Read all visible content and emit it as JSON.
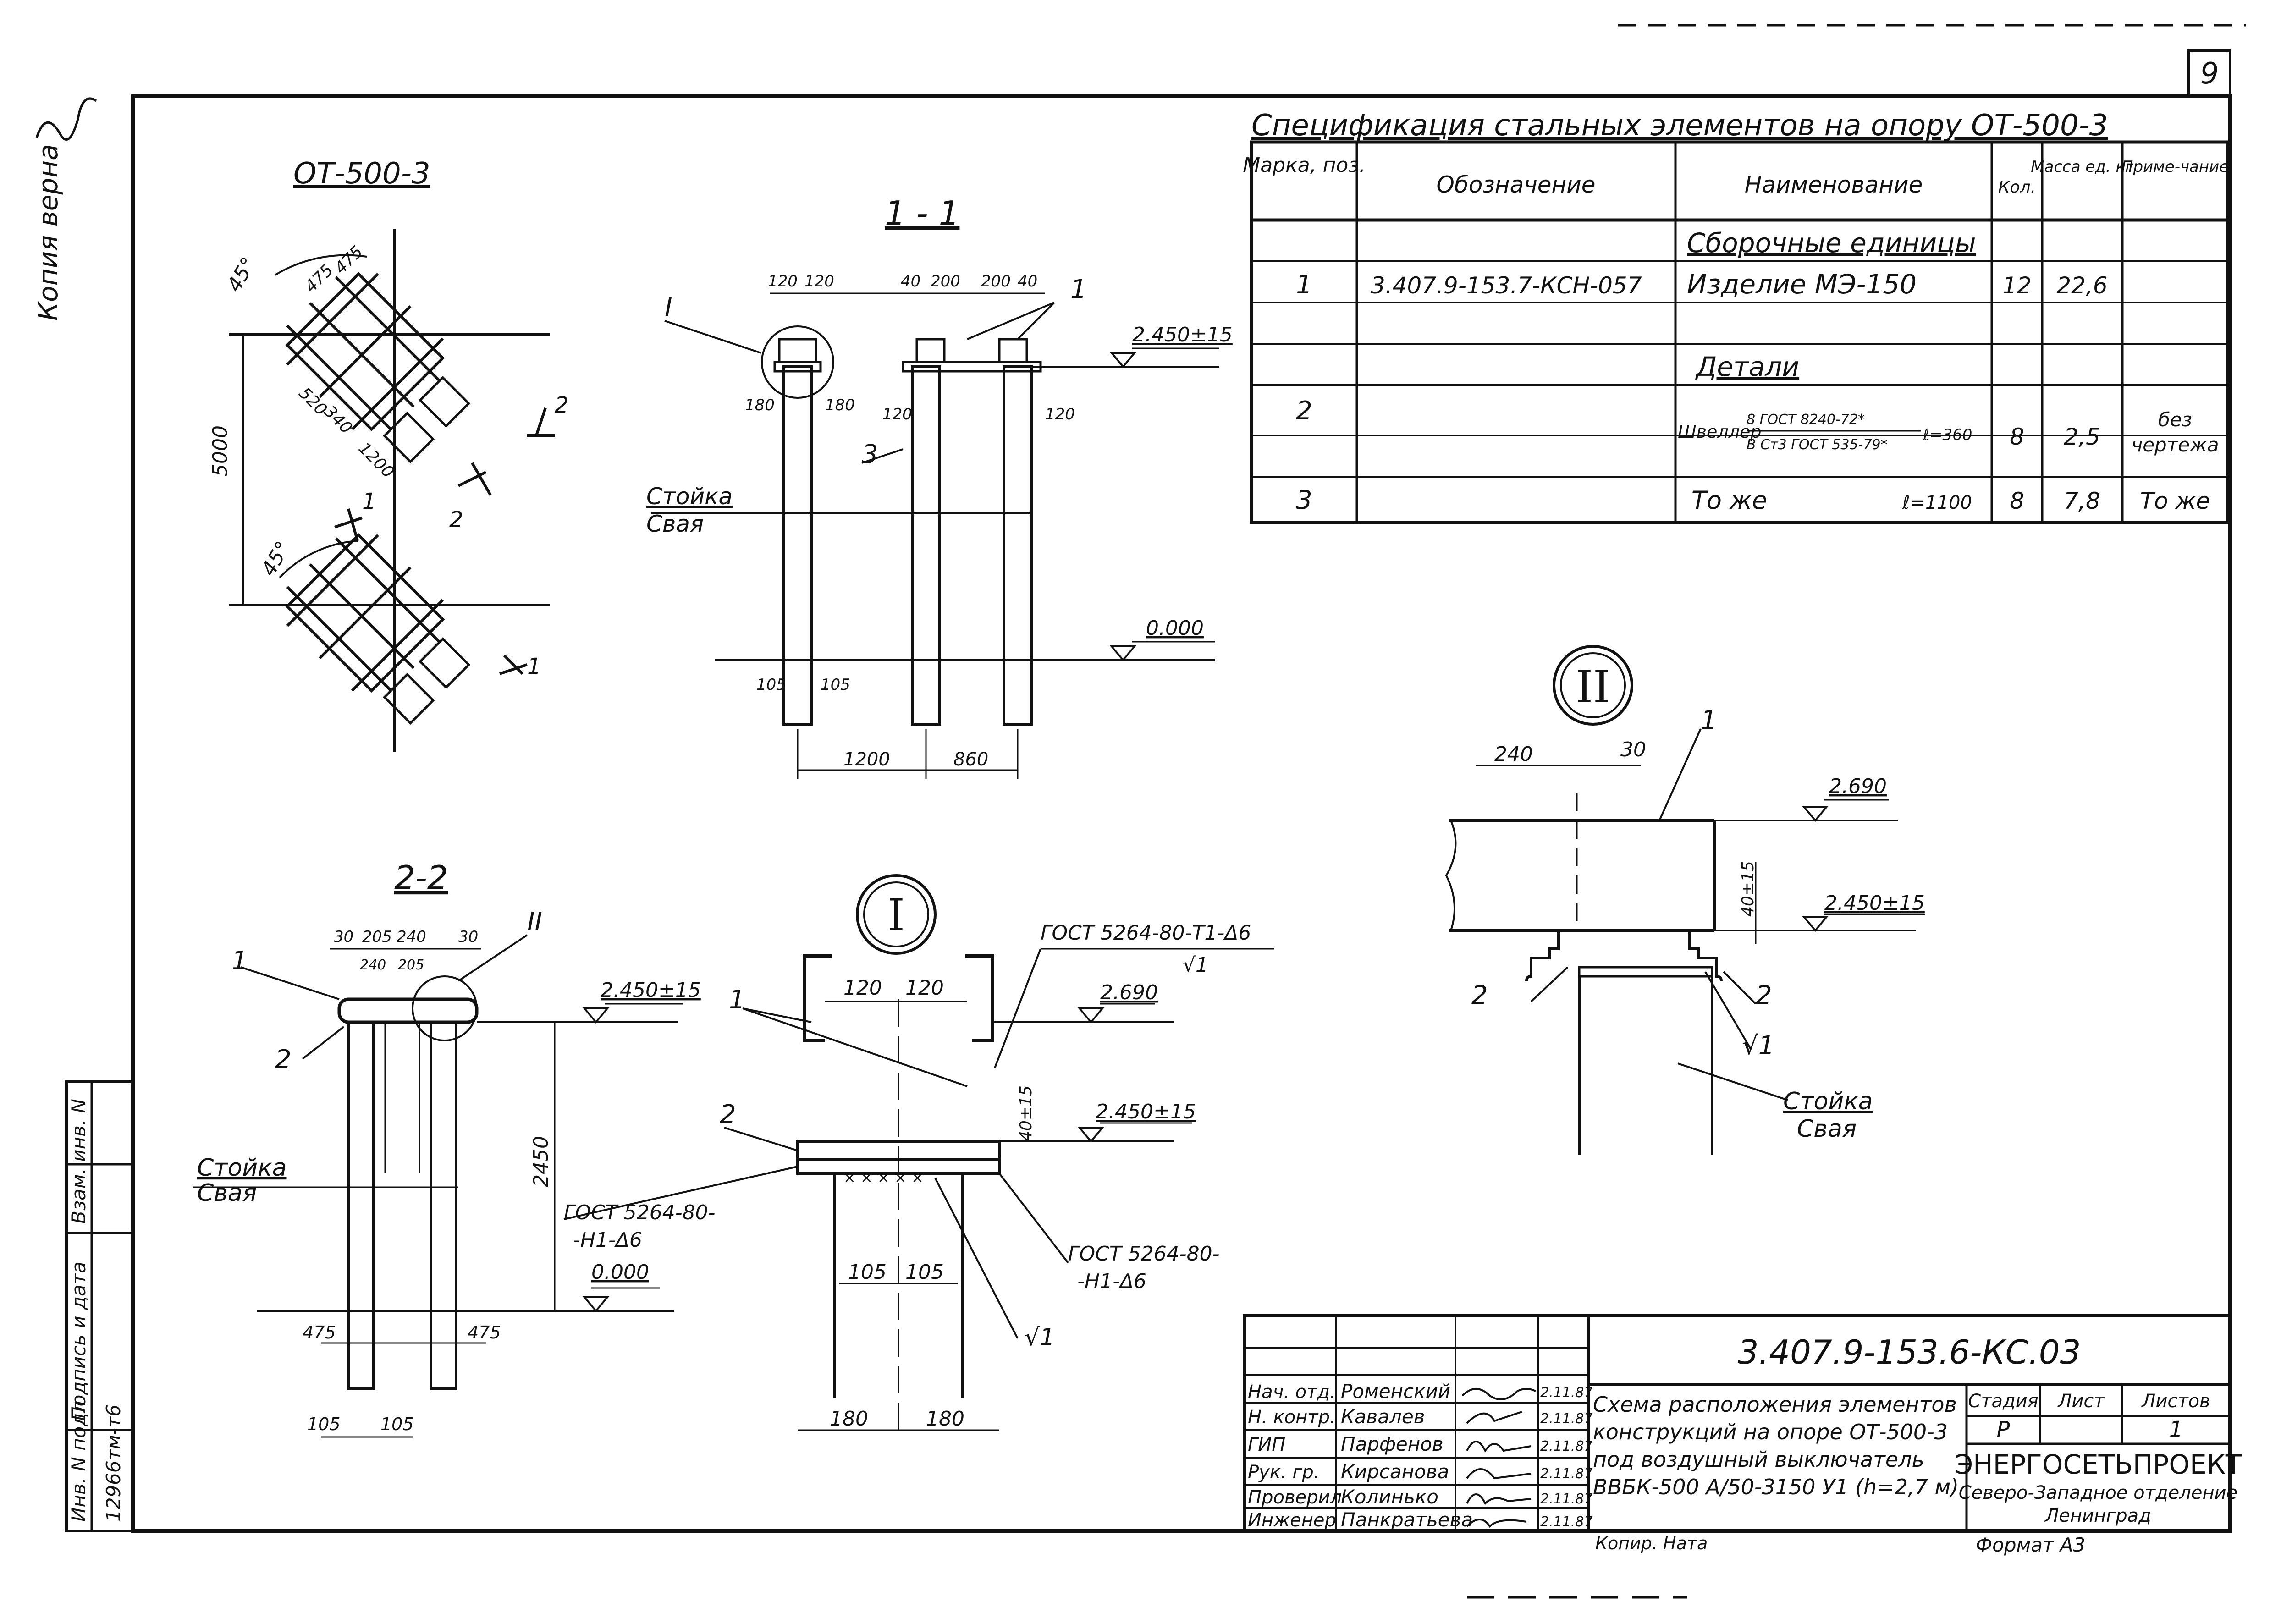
{
  "sheet_number": "9",
  "side_copy_note": "Копия верна",
  "plan": {
    "title": "ОТ-500-3",
    "dims": [
      "45°",
      "45°",
      "475",
      "475",
      "520",
      "340",
      "1200",
      "5000"
    ],
    "section_marks": [
      "1",
      "1",
      "2",
      "2"
    ]
  },
  "section_1_1": {
    "title": "1 - 1",
    "top_dims": [
      "120",
      "120",
      "40",
      "200",
      "200",
      "40"
    ],
    "callouts": [
      "I",
      "1",
      "3"
    ],
    "side_dims": [
      "180",
      "180",
      "120",
      "120",
      "105",
      "105"
    ],
    "bottom_dims": [
      "1200",
      "860"
    ],
    "level_top": "2.450±15",
    "level_ground": "0.000",
    "label_column_1": "Стойка",
    "label_column_2": "Свая"
  },
  "section_2_2": {
    "title": "2-2",
    "top_dims": [
      "30",
      "205",
      "240",
      "30",
      "240",
      "205"
    ],
    "callouts": [
      "1",
      "2",
      "II"
    ],
    "level_top": "2.450±15",
    "level_ground": "0.000",
    "height": "2450",
    "label_column_1": "Стойка",
    "label_column_2": "Свая",
    "bottom_dims": [
      "475",
      "475",
      "105",
      "105"
    ]
  },
  "detail_I": {
    "title": "I",
    "weld_top_1": "ГОСТ 5264-80-Т1-Δ6",
    "weld_top_2": "√1",
    "dims_top": [
      "120",
      "120"
    ],
    "level_top": "2.690",
    "level_mid": "2.450±15",
    "gap": "40±15",
    "callouts": [
      "1",
      "2"
    ],
    "weld_left_1": "ГОСТ 5264-80-",
    "weld_left_2": "-Н1-Δ6",
    "weld_right_1": "ГОСТ 5264-80-",
    "weld_right_2": "-Н1-Δ6",
    "note_n1": "√1",
    "dims_mid": [
      "105",
      "105"
    ],
    "dims_bottom": [
      "180",
      "180"
    ]
  },
  "detail_II": {
    "title": "II",
    "dims": [
      "240",
      "30"
    ],
    "callouts": [
      "1",
      "2",
      "2"
    ],
    "level_top": "2.690",
    "level_mid": "2.450±15",
    "gap": "40±15",
    "note_n1": "√1",
    "label_column_1": "Стойка",
    "label_column_2": "Свая"
  },
  "spec": {
    "title": "Спецификация   стальных   элементов  на  опору  ОТ-500-3",
    "headers": [
      "Марка, поз.",
      "Обозначение",
      "Наименование",
      "Кол.",
      "Масса ед. кг",
      "Приме-чание"
    ],
    "section_assembly": "Сборочные   единицы",
    "section_details": "Детали",
    "rows": [
      {
        "pos": "1",
        "code": "3.407.9-153.7-КСН-057",
        "name": "Изделие   МЭ-150",
        "qty": "12",
        "mass": "22,6",
        "note": ""
      },
      {
        "pos": "2",
        "code": "",
        "name": "Швеллер",
        "name_top": "8 ГОСТ 8240-72*",
        "name_bottom": "В Ст3 ГОСТ 535-79*",
        "name_len": "ℓ=360",
        "qty": "8",
        "mass": "2,5",
        "note": "без",
        "note2": "чертежа"
      },
      {
        "pos": "3",
        "code": "",
        "name": "То  же",
        "name_len": "ℓ=1100",
        "qty": "8",
        "mass": "7,8",
        "note": "То  же"
      }
    ]
  },
  "left_stamp": {
    "labels": [
      "Инв. N подл.",
      "Подпись и дата",
      "Взам. инв. N"
    ],
    "inv_value": "12966тм-т6"
  },
  "title_block": {
    "doc_code": "3.407.9-153.6-КС.03",
    "roles": [
      "Нач. отд.",
      "Н. контр.",
      "ГИП",
      "Рук. гр.",
      "Проверил",
      "Инженер"
    ],
    "names": [
      "Роменский",
      "Кавалев",
      "Парфенов",
      "Кирсанова",
      "Колинько",
      "Панкратьева"
    ],
    "dates": [
      "2.11.87",
      "2.11.87",
      "2.11.87",
      "2.11.87",
      "2.11.87",
      "2.11.87"
    ],
    "description": [
      "Схема расположения элементов",
      "конструкций  на опоре ОТ-500-3",
      "под  воздушный  выключатель",
      "ВВБК-500 А/50-3150 У1 (h=2,7 м)"
    ],
    "stage_label": "Стадия",
    "sheet_label": "Лист",
    "sheets_label": "Листов",
    "stage": "Р",
    "sheets": "1",
    "org": "ЭНЕРГОСЕТЬПРОЕКТ",
    "org_branch": "Северо-Западное отделение",
    "org_city": "Ленинград",
    "copied": "Копир. Ната",
    "format": "Формат А3"
  }
}
